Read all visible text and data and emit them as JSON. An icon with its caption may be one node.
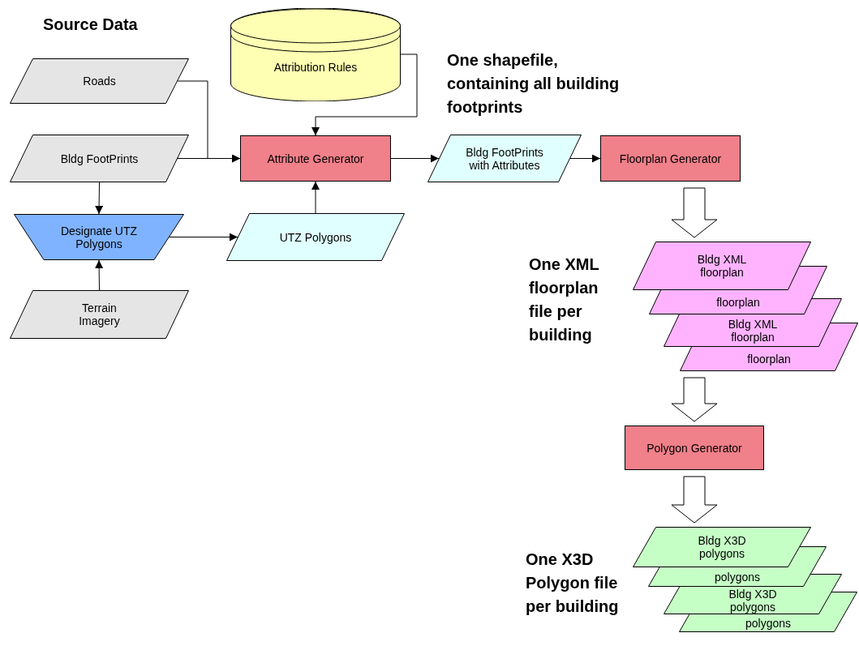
{
  "diagram": {
    "nodes": [
      {
        "text": [
          "Roads"
        ]
      },
      {
        "text": [
          "Attribution Rules"
        ]
      },
      {
        "text": [
          "Bldg FootPrints"
        ]
      },
      {
        "text": [
          "Attribute Generator"
        ]
      },
      {
        "text": [
          "Bldg FootPrints with Attributes"
        ]
      },
      {
        "text": [
          "Floorplan Generator"
        ]
      },
      {
        "text": [
          "Designate UTZ Polygons"
        ]
      },
      {
        "text": [
          "UTZ Polygons"
        ]
      },
      {
        "text": [
          "Terrain Imagery"
        ]
      },
      {
        "text": [
          "Bldg XML floorplan"
        ]
      },
      {
        "text": [
          "floorplan"
        ]
      },
      {
        "text": [
          "Bldg XML floorplan"
        ]
      },
      {
        "text": [
          "floorplan"
        ]
      },
      {
        "text": [
          "Polygon Generator"
        ]
      },
      {
        "text": [
          "Bldg X3D polygons"
        ]
      },
      {
        "text": [
          "polygons"
        ]
      },
      {
        "text": [
          "Bldg X3D polygons"
        ]
      },
      {
        "text": [
          "polygons"
        ]
      }
    ],
    "edges": [
      {
        "from": 0,
        "to": 3,
        "arrow": "to"
      },
      {
        "from": 2,
        "to": 3,
        "arrow": "to"
      },
      {
        "from": 1,
        "to": 3,
        "arrow": "to"
      },
      {
        "from": 3,
        "to": 4,
        "arrow": "to"
      },
      {
        "from": 4,
        "to": 5,
        "arrow": "to"
      },
      {
        "from": 2,
        "to": 6,
        "arrow": "to"
      },
      {
        "from": 8,
        "to": 6,
        "arrow": "to"
      },
      {
        "from": 6,
        "to": 7,
        "arrow": "to"
      },
      {
        "from": 7,
        "to": 3,
        "arrow": "to"
      },
      {
        "from": 5,
        "to": 9,
        "arrow": "to",
        "style": "thick"
      },
      {
        "from": 12,
        "to": 13,
        "arrow": "to",
        "style": "thick"
      },
      {
        "from": 13,
        "to": 14,
        "arrow": "to",
        "style": "thick"
      }
    ],
    "labels": [
      "Source Data",
      "One shapefile, containing all building footprints",
      "One XML floorplan file per building",
      "One X3D Polygon file per building"
    ]
  }
}
